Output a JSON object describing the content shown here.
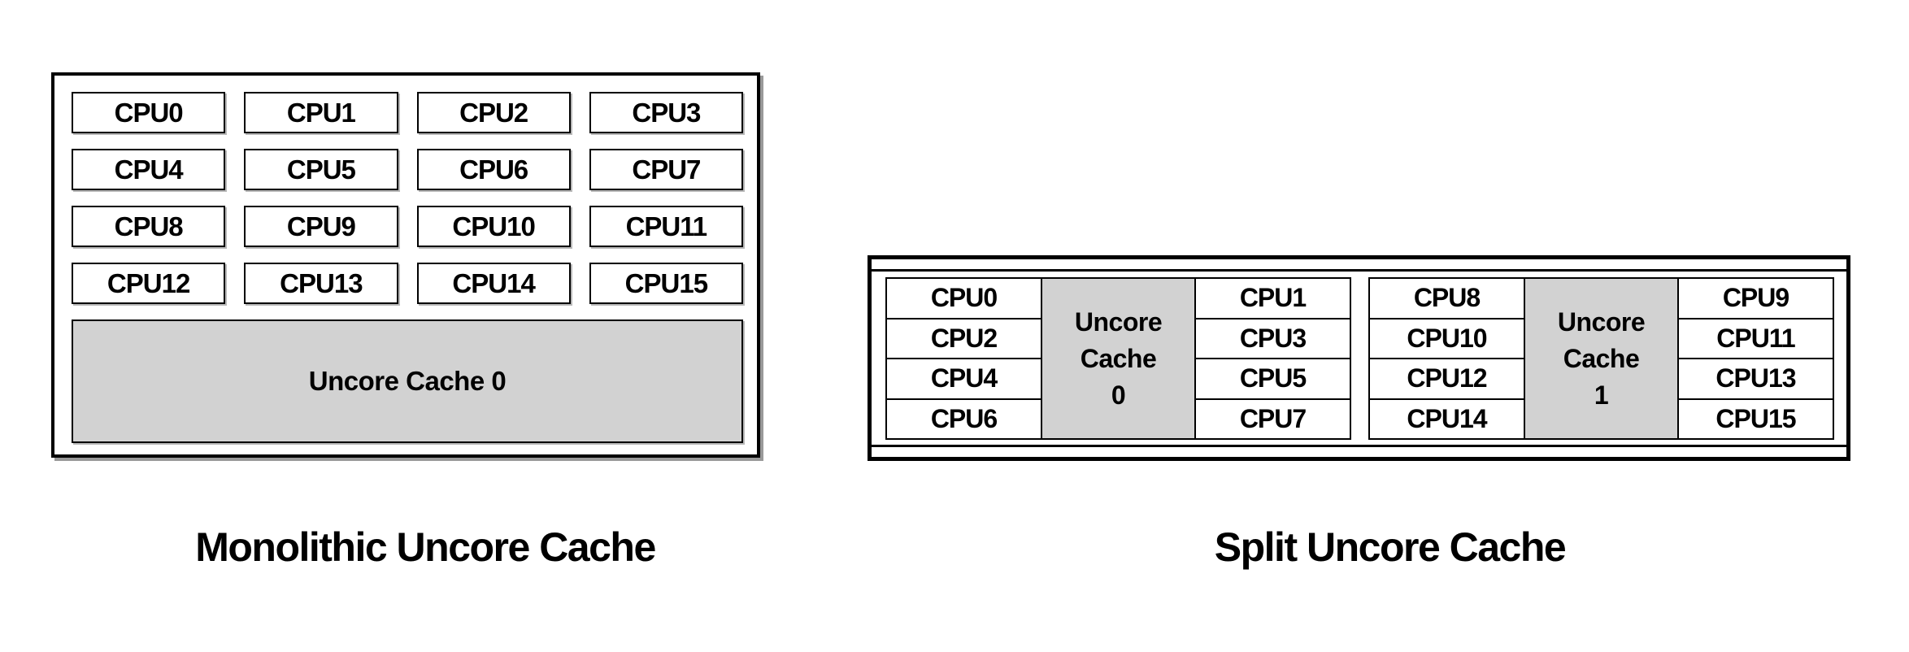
{
  "colors": {
    "background": "#ffffff",
    "border": "#000000",
    "text": "#000000",
    "cache_fill": "#d2d2d2"
  },
  "monolithic": {
    "caption": "Monolithic Uncore Cache",
    "cpus": [
      "CPU0",
      "CPU1",
      "CPU2",
      "CPU3",
      "CPU4",
      "CPU5",
      "CPU6",
      "CPU7",
      "CPU8",
      "CPU9",
      "CPU10",
      "CPU11",
      "CPU12",
      "CPU13",
      "CPU14",
      "CPU15"
    ],
    "cache_label": "Uncore Cache 0"
  },
  "split": {
    "caption": "Split Uncore Cache",
    "clusters": [
      {
        "left_cpus": [
          "CPU0",
          "CPU2",
          "CPU4",
          "CPU6"
        ],
        "cache_lines": [
          "Uncore",
          "Cache",
          "0"
        ],
        "right_cpus": [
          "CPU1",
          "CPU3",
          "CPU5",
          "CPU7"
        ]
      },
      {
        "left_cpus": [
          "CPU8",
          "CPU10",
          "CPU12",
          "CPU14"
        ],
        "cache_lines": [
          "Uncore",
          "Cache",
          "1"
        ],
        "right_cpus": [
          "CPU9",
          "CPU11",
          "CPU13",
          "CPU15"
        ]
      }
    ]
  }
}
